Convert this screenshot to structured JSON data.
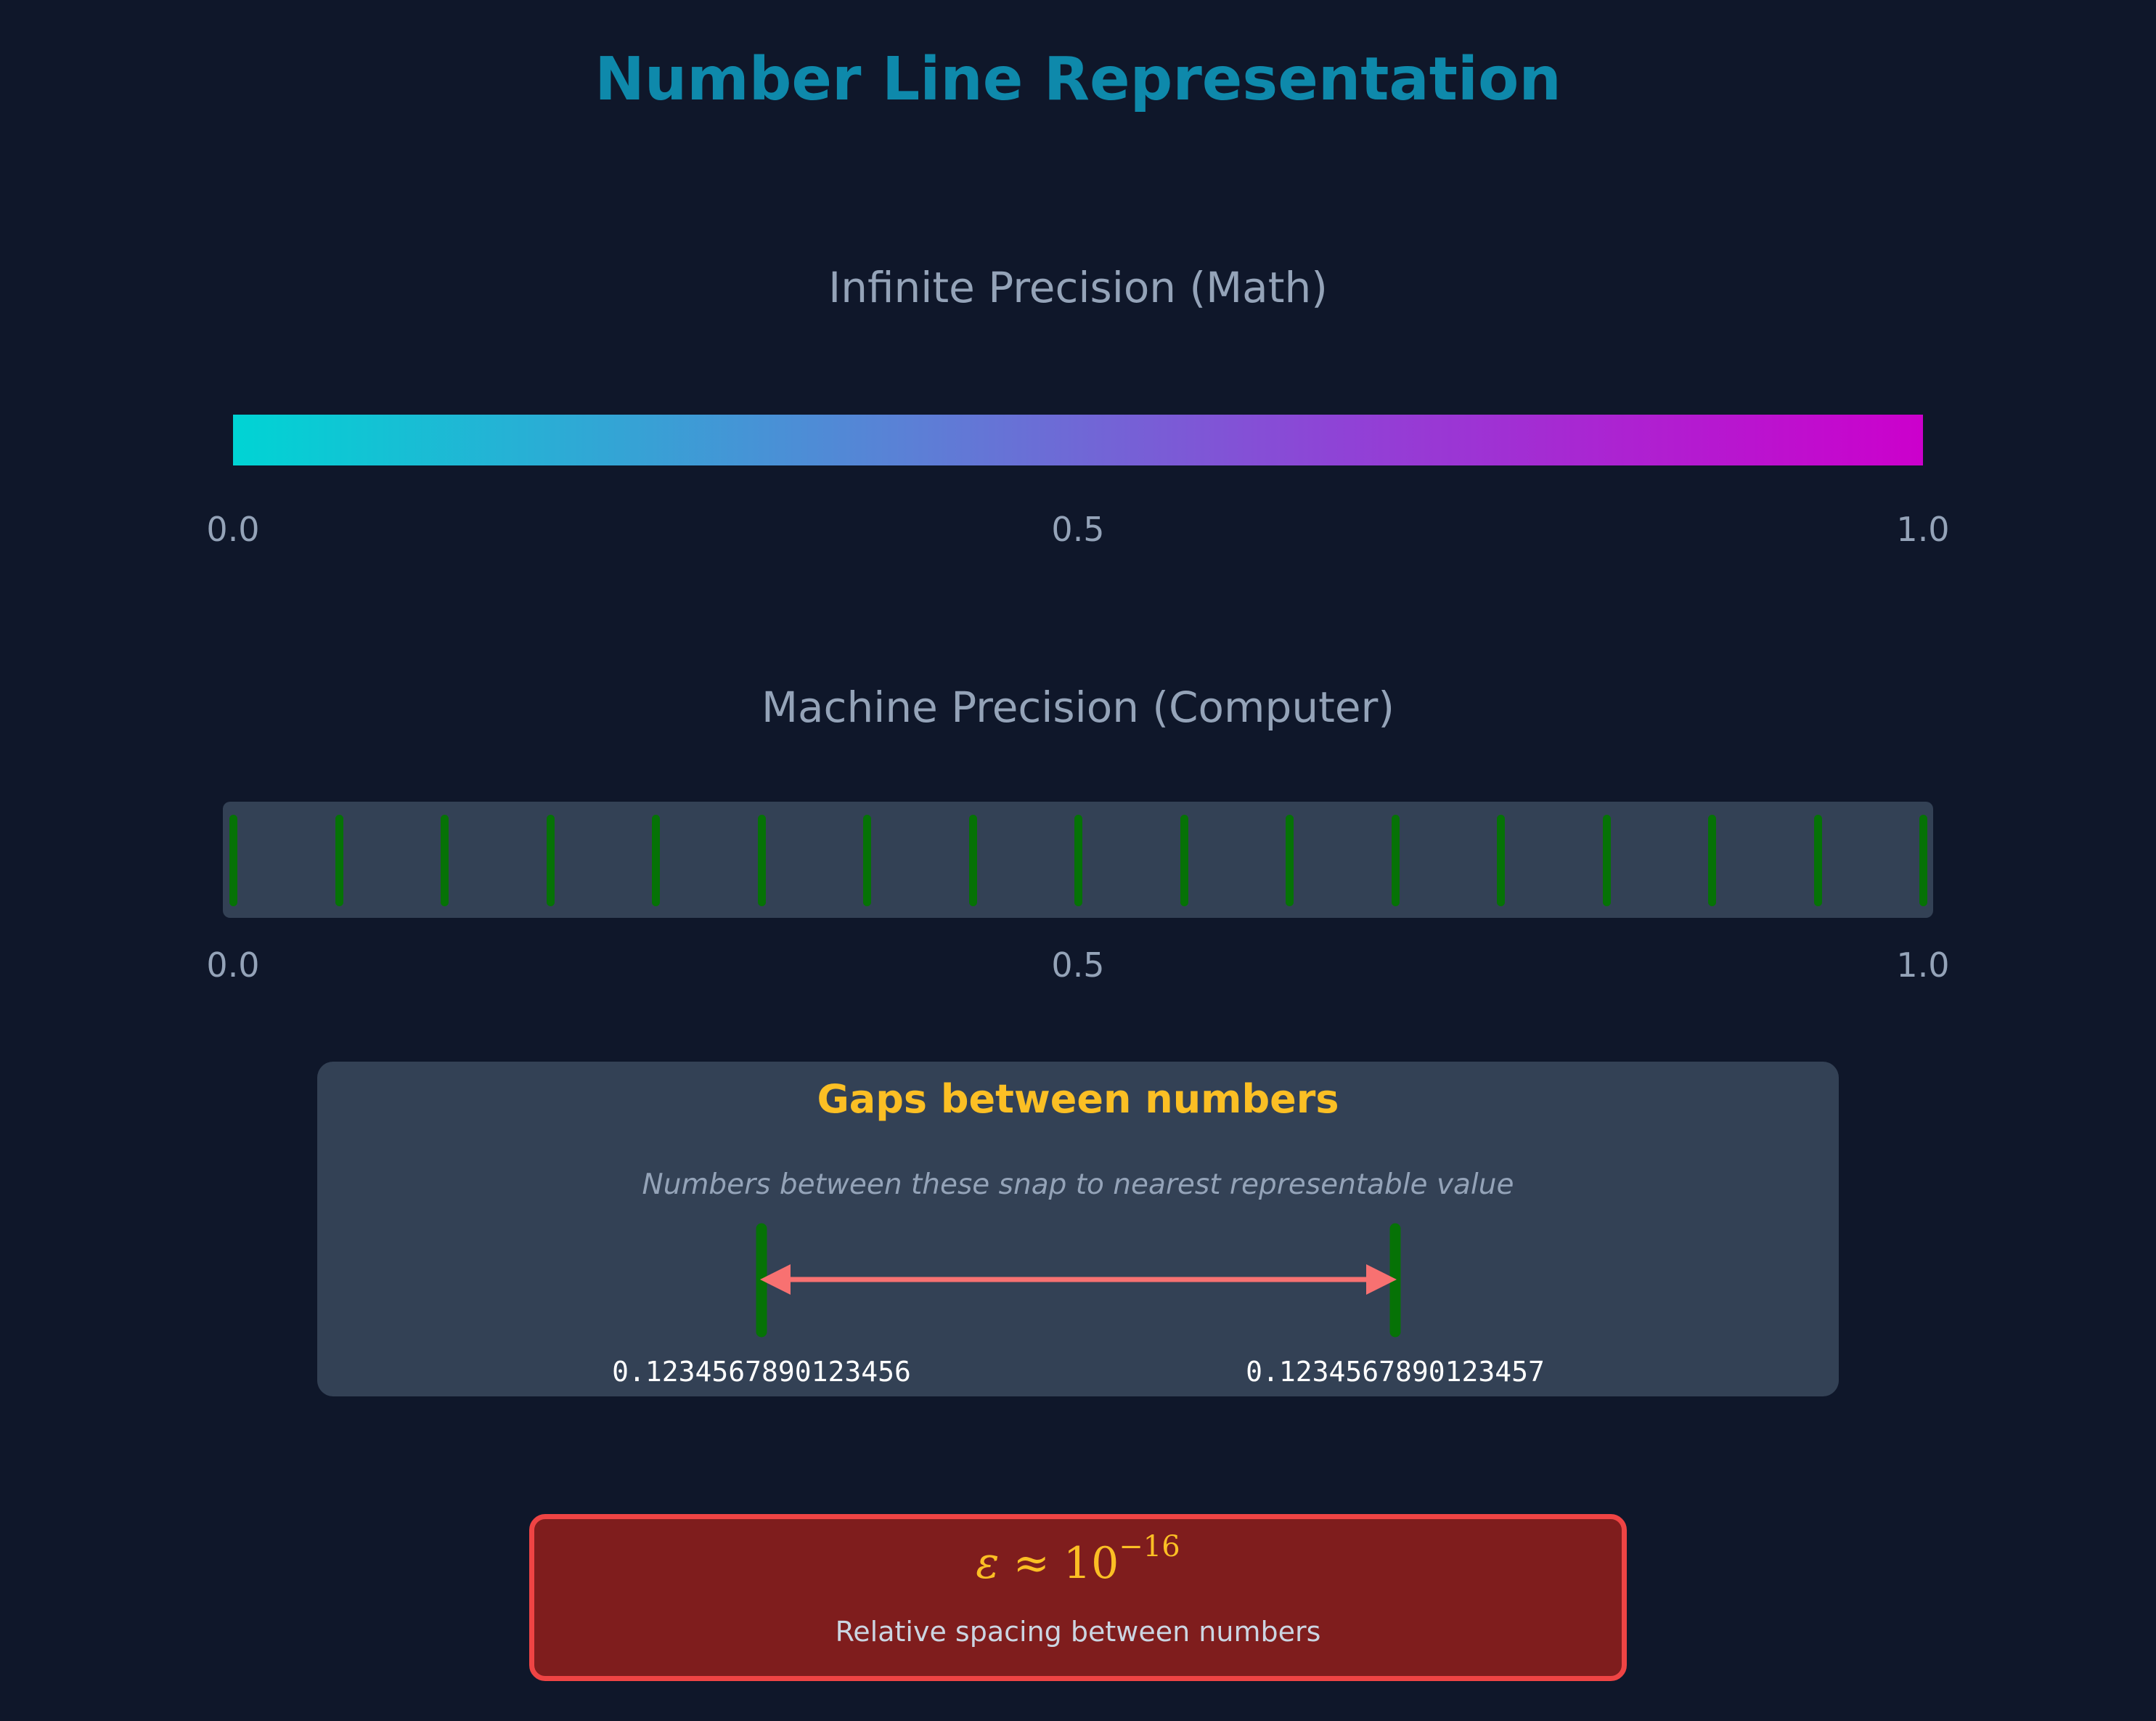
{
  "title": "Number Line Representation",
  "math_section": {
    "title": "Infinite Precision (Math)",
    "ticks": [
      "0.0",
      "0.5",
      "1.0"
    ],
    "gradient": {
      "from": "#00d4d4",
      "to": "#cc00cc"
    }
  },
  "machine_section": {
    "title": "Machine Precision (Computer)",
    "ticks": [
      "0.0",
      "0.5",
      "1.0"
    ],
    "representable_count": 17,
    "tick_color": "#067206"
  },
  "gap_panel": {
    "title": "Gaps between numbers",
    "note": "Numbers between these snap to nearest representable value",
    "left_value": "0.1234567890123456",
    "right_value": "0.1234567890123457",
    "arrow_color": "#f87171"
  },
  "epsilon_box": {
    "symbol": "ε",
    "approx": "≈",
    "base": "10",
    "exponent": "−16",
    "caption": "Relative spacing between numbers"
  },
  "colors": {
    "background": "#0f172a",
    "title": "#0e89ab",
    "accent": "#fbbf24",
    "panel": "#334155",
    "eps_border": "#ef4444",
    "eps_fill": "#7f1d1d"
  }
}
